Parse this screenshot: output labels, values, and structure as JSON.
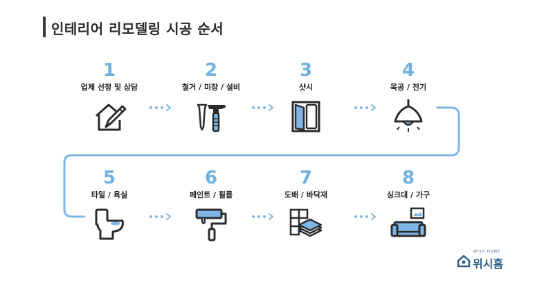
{
  "title": "인테리어 리모델링 시공 순서",
  "steps": [
    {
      "num": "1",
      "label": "업체 선정 및 상담",
      "icon": "house-pencil-icon"
    },
    {
      "num": "2",
      "label": "철거 / 미장 / 설비",
      "icon": "hammer-nail-icon"
    },
    {
      "num": "3",
      "label": "샷시",
      "icon": "window-icon"
    },
    {
      "num": "4",
      "label": "목공 / 전기",
      "icon": "ceiling-lamp-icon"
    },
    {
      "num": "5",
      "label": "타일 / 욕실",
      "icon": "toilet-icon"
    },
    {
      "num": "6",
      "label": "페인트 / 필름",
      "icon": "paint-roller-icon"
    },
    {
      "num": "7",
      "label": "도배 / 바닥재",
      "icon": "tiles-layers-icon"
    },
    {
      "num": "8",
      "label": "싱크대 / 가구",
      "icon": "sofa-frame-icon"
    }
  ],
  "brand": {
    "name": "위시홈",
    "tagline": "WISH HOME"
  },
  "colors": {
    "accent": "#6fb2e0",
    "icon_fill": "#7fb6e6",
    "dark": "#2b2b2b"
  }
}
